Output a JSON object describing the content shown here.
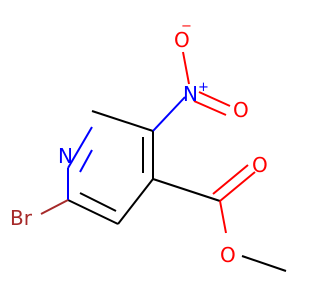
{
  "colors": {
    "carbon": "#000000",
    "nitrogen": "#0000ff",
    "oxygen": "#ff0000",
    "bromine": "#a62a2a",
    "background": "#ffffff"
  },
  "atoms": {
    "ring_n": "N",
    "br": "Br",
    "nitro_n": "N",
    "nitro_n_charge": "+",
    "nitro_o_minus": "O",
    "nitro_o_minus_charge": "−",
    "nitro_o_double": "O",
    "ester_o_double": "O",
    "ester_o_single": "O"
  }
}
